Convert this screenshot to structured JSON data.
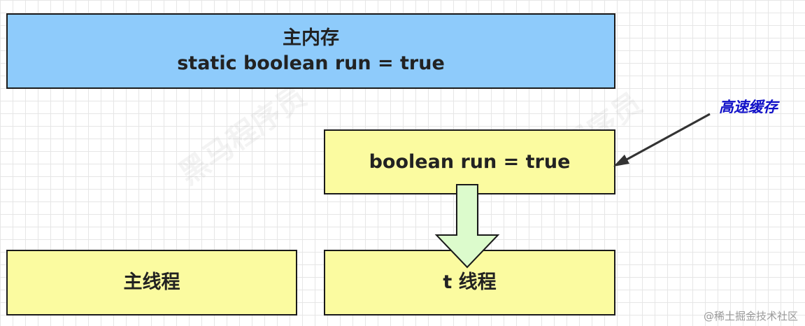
{
  "main_memory": {
    "title": "主内存",
    "code": "static boolean run = true"
  },
  "cache": {
    "code": "boolean run = true",
    "label": "高速缓存"
  },
  "threads": {
    "main_label": "主线程",
    "t_label": "t 线程"
  },
  "watermark": "@稀土掘金技术社区",
  "background_logo_text": "黑马程序员",
  "colors": {
    "main_memory_fill": "#8ecbfb",
    "cache_fill": "#fbfba0",
    "thread_fill": "#fbfba0",
    "arrow_fill": "#dcfbcc",
    "label_color": "#1010c8"
  }
}
